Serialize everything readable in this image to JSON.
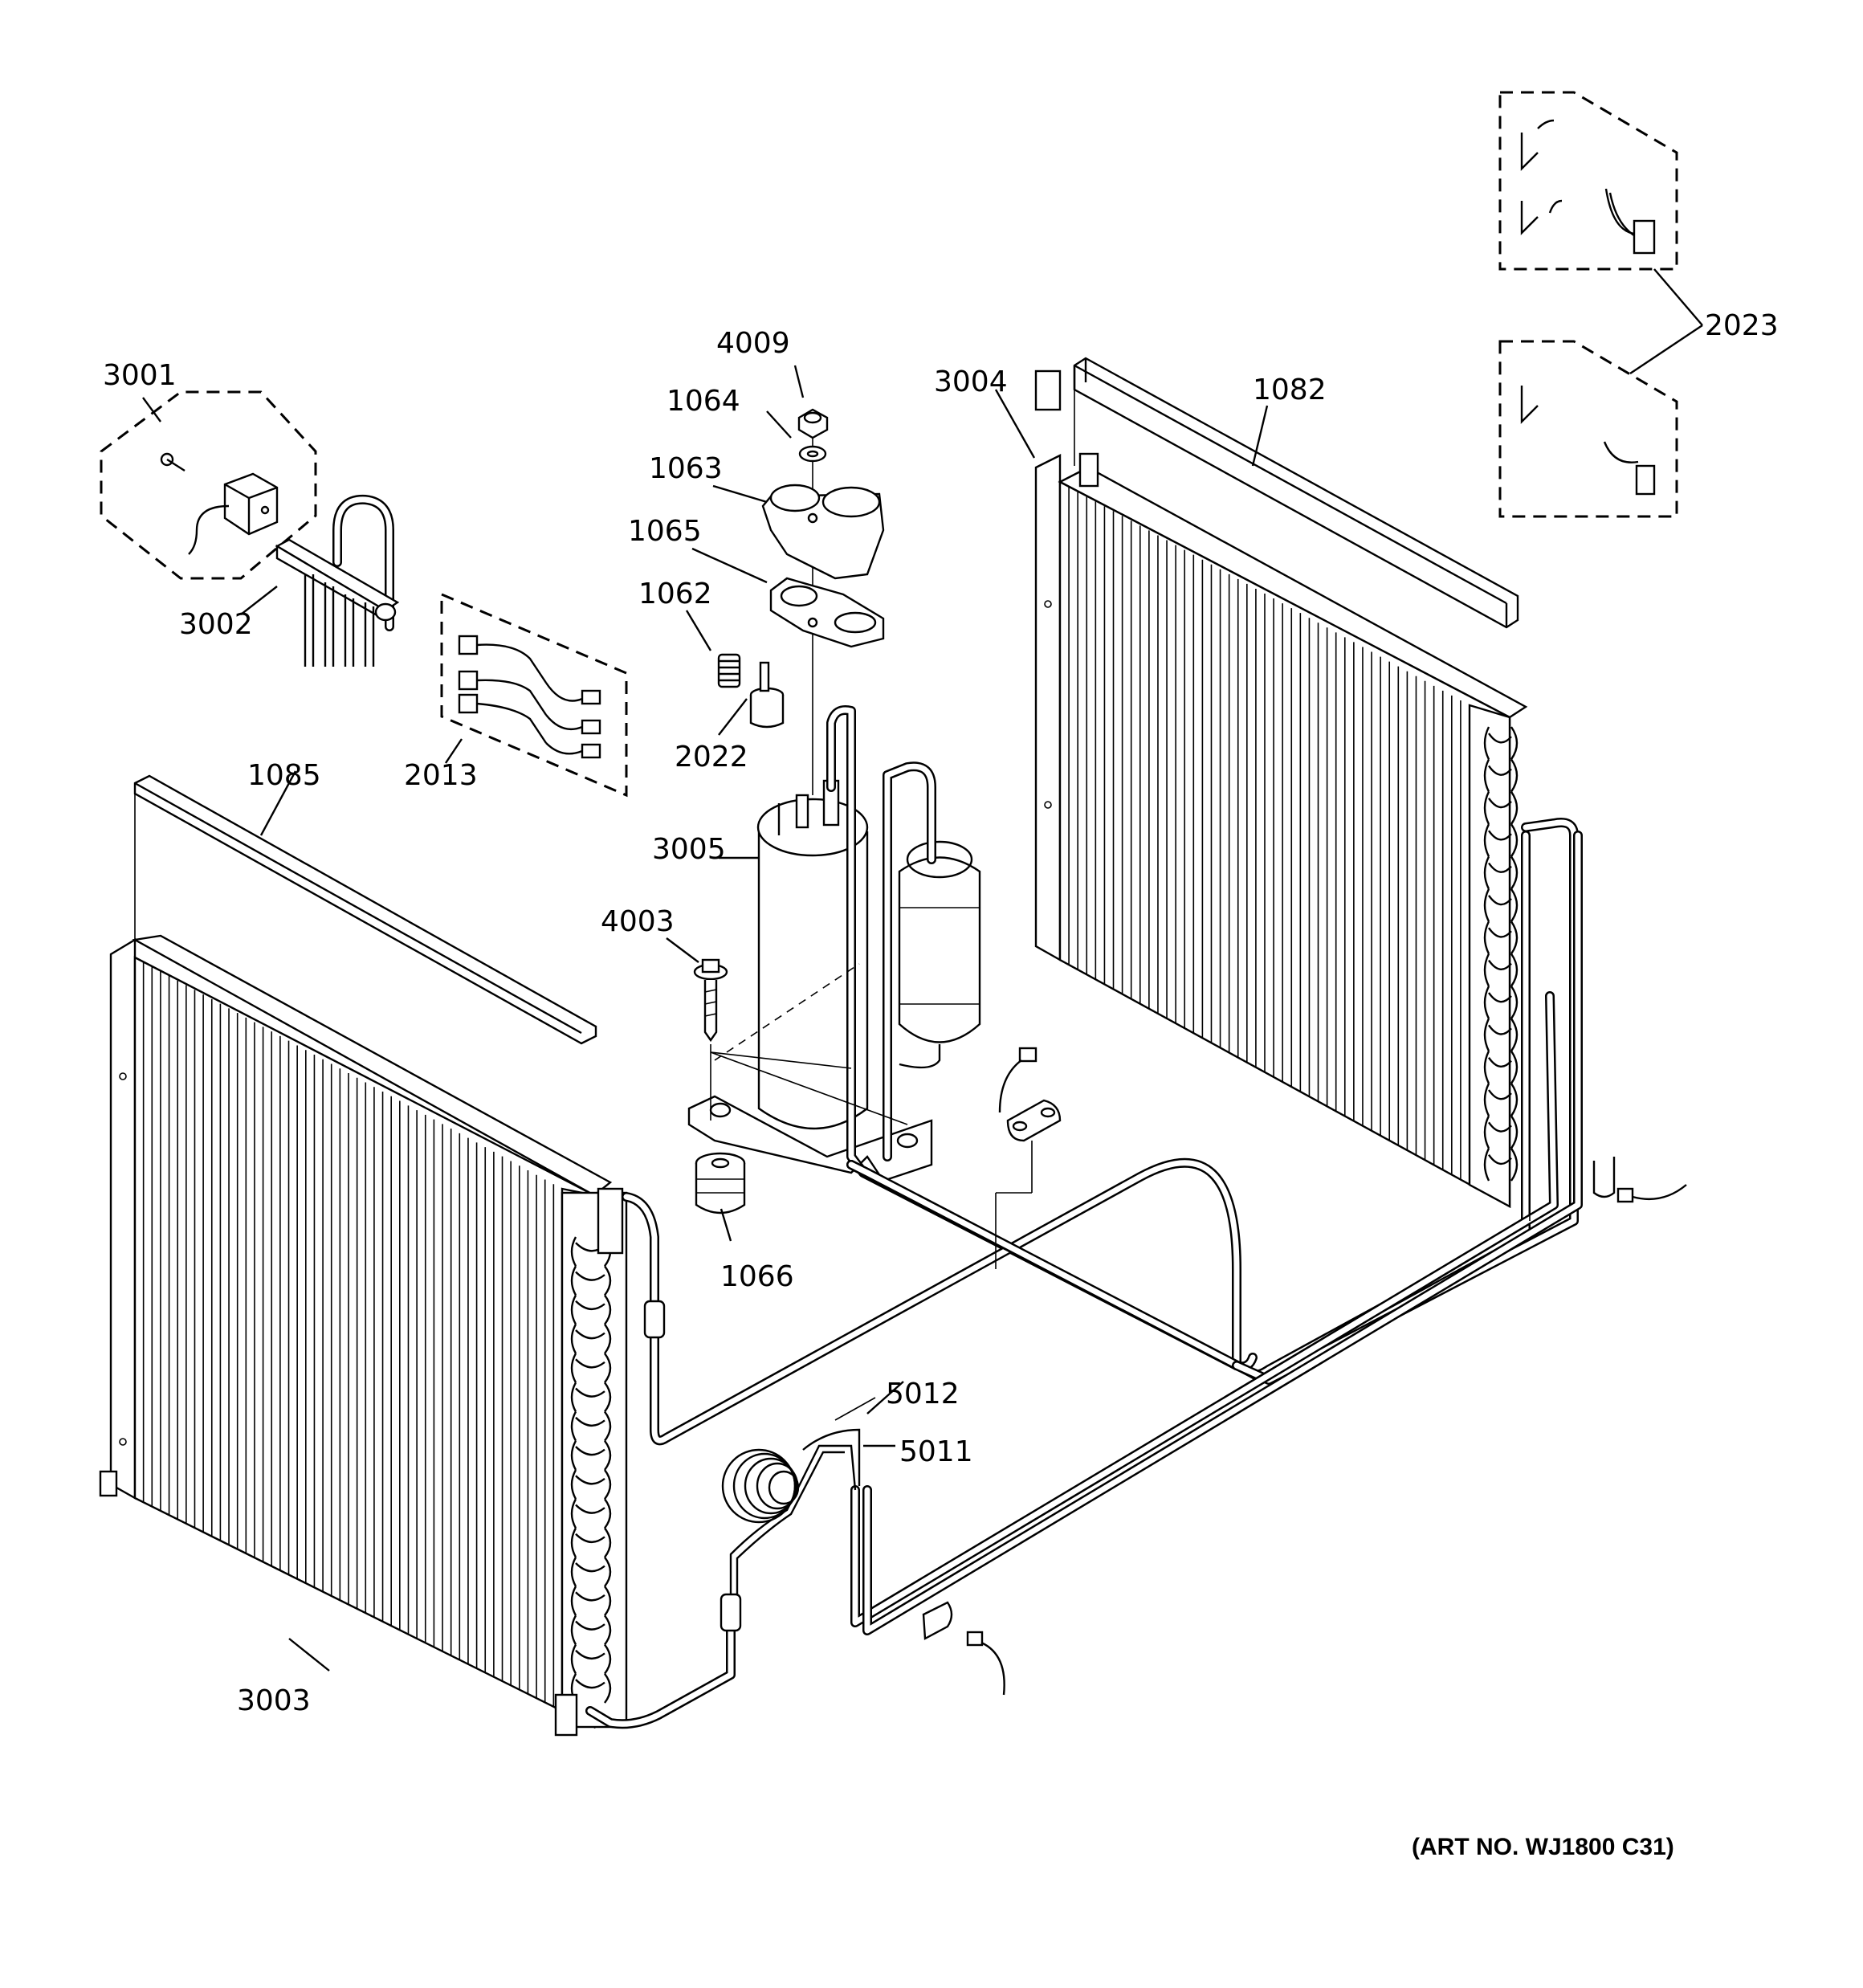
{
  "parts": [
    {
      "number": "3001"
    },
    {
      "number": "3002"
    },
    {
      "number": "2013"
    },
    {
      "number": "4009"
    },
    {
      "number": "1064"
    },
    {
      "number": "1063"
    },
    {
      "number": "1065"
    },
    {
      "number": "1062"
    },
    {
      "number": "2022"
    },
    {
      "number": "3005"
    },
    {
      "number": "4003"
    },
    {
      "number": "1066"
    },
    {
      "number": "3004"
    },
    {
      "number": "1082"
    },
    {
      "number": "2023"
    },
    {
      "number": "1085"
    },
    {
      "number": "3003"
    },
    {
      "number": "5012"
    },
    {
      "number": "5011"
    }
  ],
  "art_number": "(ART NO. WJ1800 C31)"
}
